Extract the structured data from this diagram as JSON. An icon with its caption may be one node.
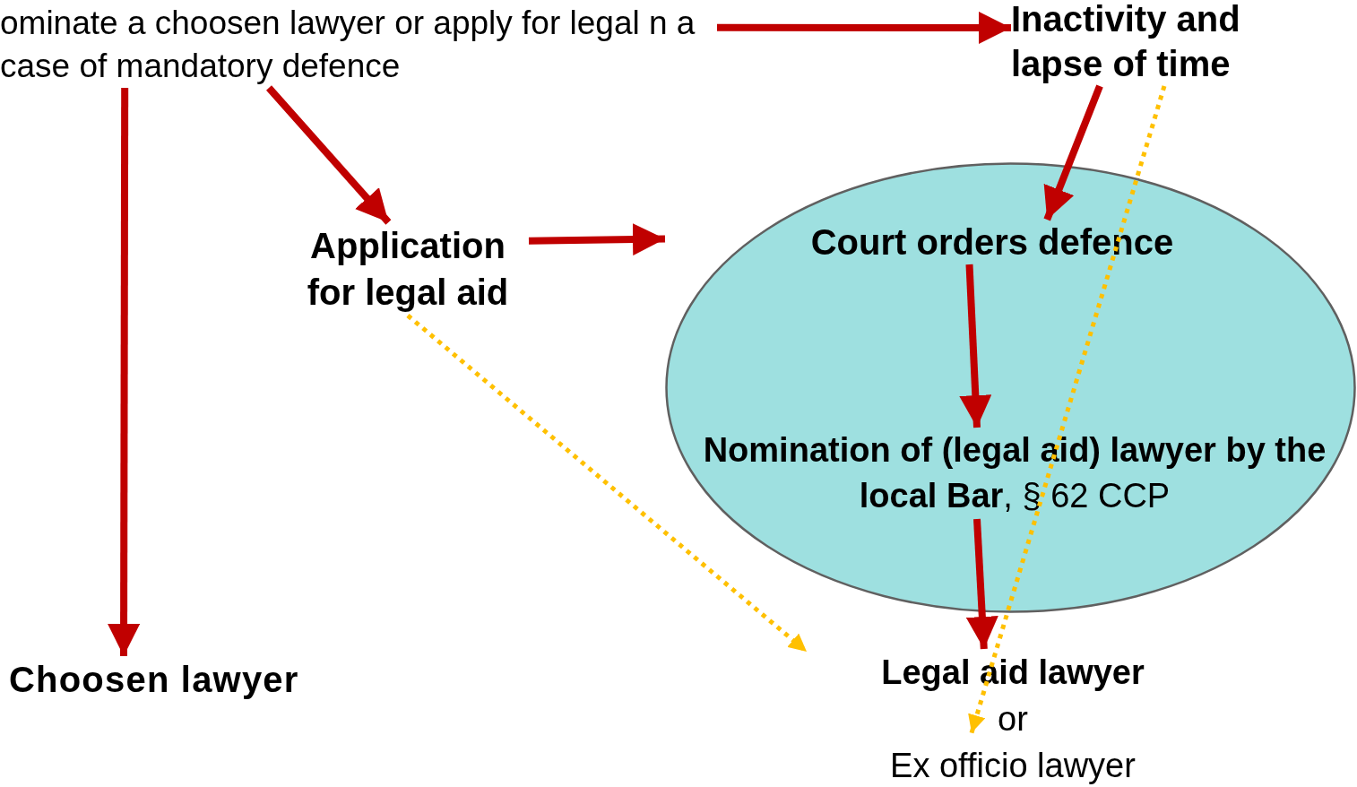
{
  "diagram": {
    "nodes": [
      {
        "text": [
          "ominate a choosen lawyer or apply for legal n a case of mandatory defence"
        ]
      },
      {
        "text": [
          "Inactivity and lapse of time"
        ]
      },
      {
        "text": [
          "Application for legal aid"
        ]
      },
      {
        "text": [],
        "shape": "ellipse"
      },
      {
        "text": [
          "Court orders defence"
        ],
        "in": 3
      },
      {
        "text": [
          "**Nomination of (legal aid) lawyer by the local Bar**, § 62 CCP"
        ],
        "in": 3
      },
      {
        "text": [
          "Choosen lawyer"
        ]
      },
      {
        "text": [
          "Legal aid lawyer",
          "or",
          "Ex officio lawyer"
        ]
      }
    ],
    "edges": [
      {
        "from": 0,
        "to": 1,
        "arrow": "to"
      },
      {
        "from": 0,
        "to": 6,
        "arrow": "to"
      },
      {
        "from": 0,
        "to": 2,
        "arrow": "to"
      },
      {
        "from": 2,
        "to": 3,
        "arrow": "to"
      },
      {
        "from": 1,
        "to": 4,
        "arrow": "to"
      },
      {
        "from": 4,
        "to": 5,
        "arrow": "to"
      },
      {
        "from": 5,
        "to": 7,
        "arrow": "to"
      },
      {
        "from": 2,
        "to": 7,
        "arrow": "to",
        "style": "dashed",
        "color": "#ffc000"
      },
      {
        "from": 1,
        "to": 7,
        "arrow": "to",
        "style": "dashed",
        "color": "#ffc000"
      }
    ]
  }
}
